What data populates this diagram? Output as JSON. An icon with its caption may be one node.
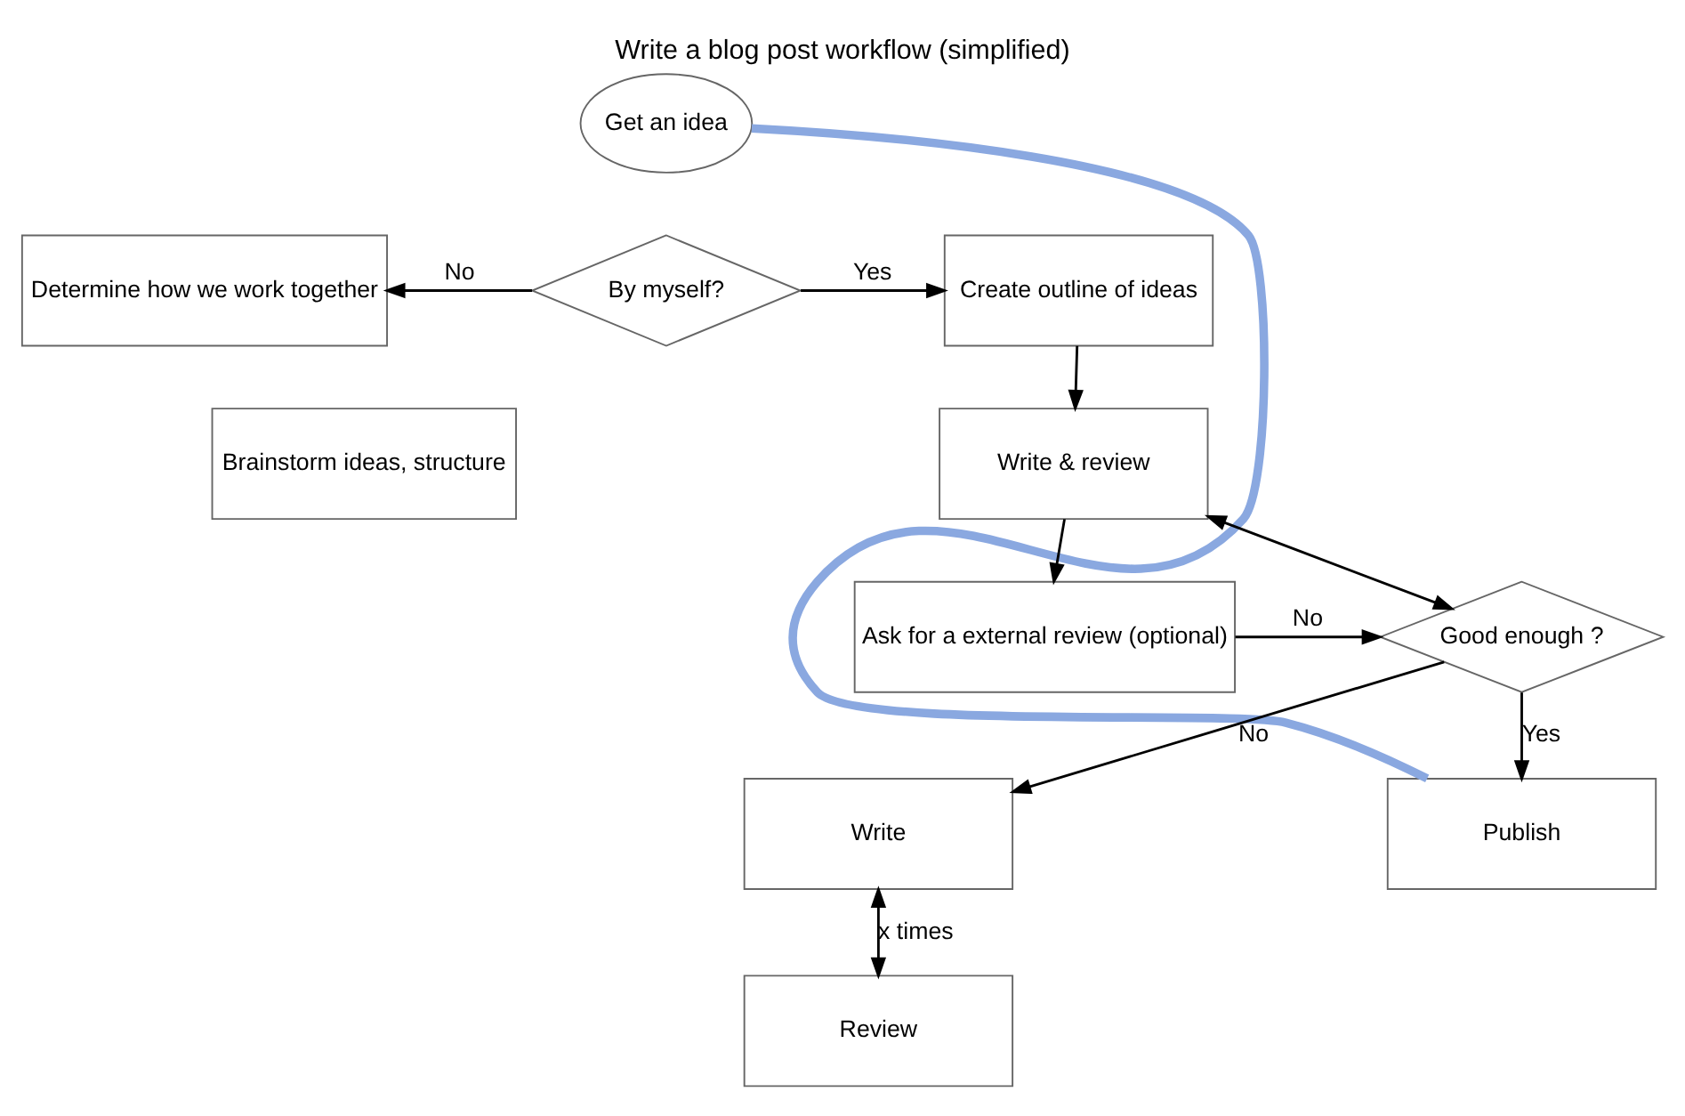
{
  "diagram": {
    "title": "Write a blog post workflow (simplified)",
    "nodes": [
      {
        "text": [
          "Get an idea"
        ]
      },
      {
        "text": [
          "By myself?"
        ]
      },
      {
        "text": [
          "Determine how we work together"
        ]
      },
      {
        "text": [
          "Create outline of ideas"
        ]
      },
      {
        "text": [
          "Brainstorm ideas, structure"
        ]
      },
      {
        "text": [
          "Write & review"
        ]
      },
      {
        "text": [
          "Good enough ?"
        ]
      },
      {
        "text": [
          "Ask for a external review (optional)"
        ]
      },
      {
        "text": [
          "Write"
        ]
      },
      {
        "text": [
          "Review"
        ]
      },
      {
        "text": [
          "Publish"
        ]
      }
    ],
    "edges": [
      {
        "from": 1,
        "to": 2,
        "arrow": "to",
        "label": "No"
      },
      {
        "from": 1,
        "to": 3,
        "arrow": "to",
        "label": "Yes"
      },
      {
        "from": 3,
        "to": 5,
        "arrow": "to"
      },
      {
        "from": 5,
        "to": 7,
        "arrow": "to"
      },
      {
        "from": 7,
        "to": 6,
        "arrow": "to",
        "label": "No"
      },
      {
        "from": 6,
        "to": 5,
        "arrow": "both"
      },
      {
        "from": 6,
        "to": 8,
        "arrow": "to",
        "label": "No"
      },
      {
        "from": 6,
        "to": 10,
        "arrow": "to",
        "label": "Yes"
      },
      {
        "from": 8,
        "to": 9,
        "arrow": "both",
        "label": "x times"
      },
      {
        "from": 0,
        "to": 10,
        "arrow": "none",
        "style": "thick",
        "color": "#8aa8e0"
      }
    ]
  }
}
